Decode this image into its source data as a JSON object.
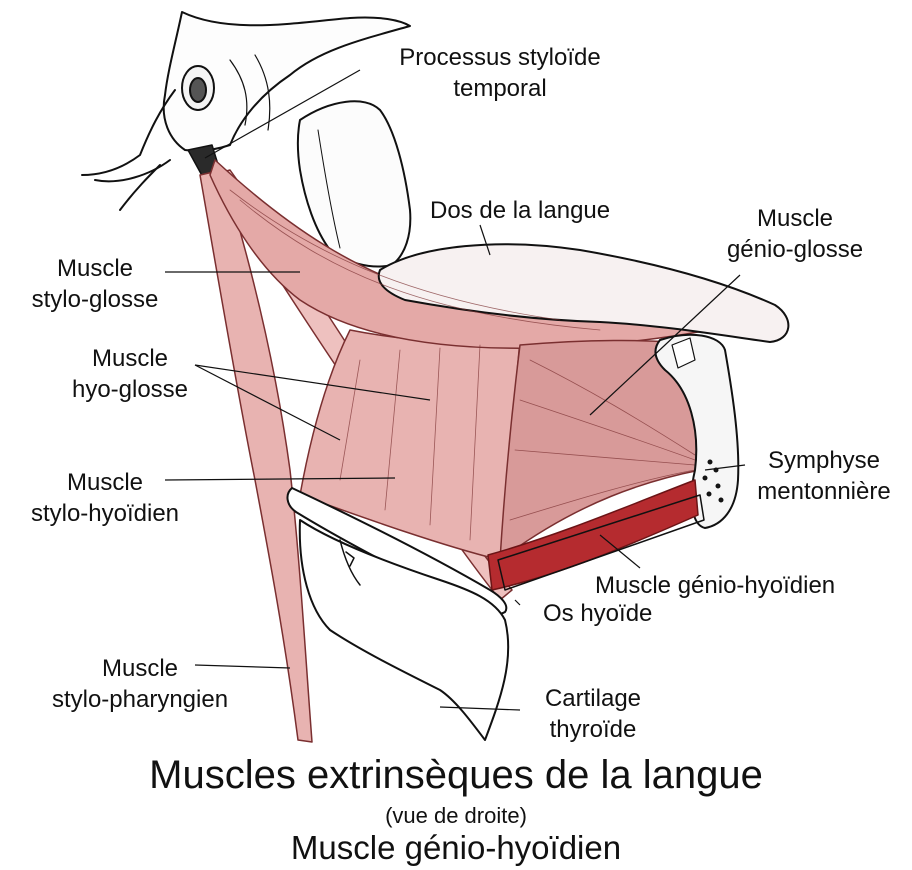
{
  "colors": {
    "muscle": "#e8b3b1",
    "muscle_stroke": "#7a2f30",
    "highlight_muscle": "#b52b2f",
    "bone": "#ffffff",
    "ink": "#111111"
  },
  "labels": {
    "styloid_process": [
      "Processus styloïde",
      "temporal"
    ],
    "tongue_dorsum": "Dos de la langue",
    "genioglossus": [
      "Muscle",
      "génio-glosse"
    ],
    "styloglossus": [
      "Muscle",
      "stylo-glosse"
    ],
    "hyoglossus": [
      "Muscle",
      "hyo-glosse"
    ],
    "stylohyoid": [
      "Muscle",
      "stylo-hyoïdien"
    ],
    "mental_symphysis": [
      "Symphyse",
      "mentonnière"
    ],
    "geniohyoid": "Muscle génio-hyoïdien",
    "hyoid_bone": "Os hyoïde",
    "stylopharyngeus": [
      "Muscle",
      "stylo-pharyngien"
    ],
    "thyroid_cartilage": [
      "Cartilage",
      "thyroïde"
    ]
  },
  "caption": {
    "title": "Muscles extrinsèques de la langue",
    "subtitle": "(vue de droite)",
    "highlight": "Muscle génio-hyoïdien"
  },
  "icons": [
    "styloid-process-icon",
    "tongue-icon",
    "mandible-symphysis-icon",
    "hyoid-bone-icon",
    "thyroid-cartilage-icon"
  ]
}
